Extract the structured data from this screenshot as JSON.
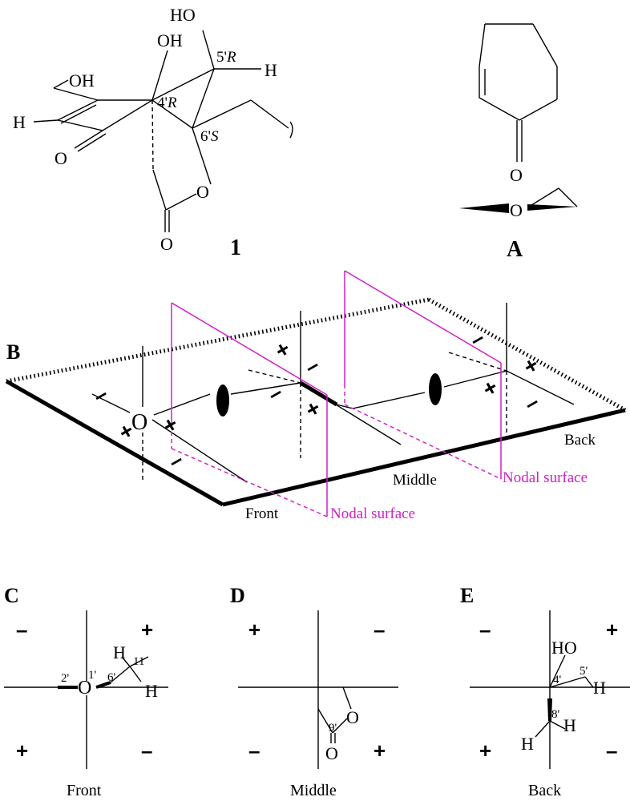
{
  "structure1": {
    "label": "1",
    "atoms": {
      "ho_top": "HO",
      "oh_mid": "OH",
      "oh_left": "OH",
      "h_left": "H",
      "h_right": "H",
      "o_ketone": "O",
      "o_ring": "O",
      "o_lactone": "O",
      "c5": "5'",
      "c5_conf": "R",
      "c4": "4'",
      "c4_conf": "R",
      "c6": "6'",
      "c6_conf": "S"
    }
  },
  "structureA": {
    "label": "A",
    "o_carbonyl": "O",
    "o_ether": "O"
  },
  "panelB": {
    "label": "B",
    "o_atom": "O",
    "front": "Front",
    "middle": "Middle",
    "back": "Back",
    "nodal1": "Nodal surface",
    "nodal2": "Nodal surface",
    "plus": "+",
    "minus": "–"
  },
  "panelC": {
    "label": "C",
    "caption": "Front",
    "o_atom": "O",
    "n2": "2'",
    "n1": "1'",
    "n6": "6'",
    "n11": "11",
    "h_top": "H",
    "h_bottom": "H"
  },
  "panelD": {
    "label": "D",
    "caption": "Middle",
    "o_ring": "O",
    "o_carbonyl": "O",
    "n9": "9'"
  },
  "panelE": {
    "label": "E",
    "caption": "Back",
    "ho": "HO",
    "n5": "5'",
    "h5": "H",
    "n4": "4'",
    "n8": "8'",
    "h8a": "H",
    "h8b": "H"
  }
}
